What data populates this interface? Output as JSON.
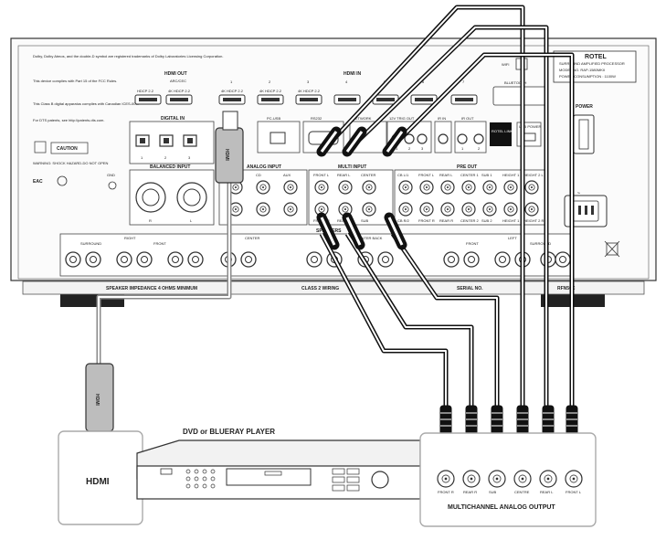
{
  "receiver": {
    "brand": "ROTEL",
    "model_title": "SURROUND AMPLIFIED PROCESSOR",
    "model_no": "MODEL NO. RAP-1580MKII",
    "power_consumption": "POWER CONSUMPTION : 1100W",
    "power_label": "POWER",
    "legal_dolby": "Dolby, Dolby Atmos, and the double-D symbol are registered trademarks of Dolby Laboratories Licensing Corporation.",
    "legal_fcc": "This device complies with Part 15 of the FCC Rules.",
    "legal_class_b": "This Class B digital apparatus complies with Canadian ICES-003.",
    "legal_dts": "For DTS patents, see http://patents.dts.com.",
    "caution_title": "CAUTION",
    "caution_text": "WARNING: SHOCK HAZARD-DO NOT OPEN",
    "hdmi_out_label": "HDMI OUT",
    "hdmi_in_label": "HDMI IN",
    "arc_label": "ARC/CEC",
    "hdmi_out_ports": [
      "HDCP 2.2",
      "4K HDCP 2.2"
    ],
    "hdmi_in_ports": [
      "4K HDCP 2.2",
      "4K HDCP 2.2",
      "4K HDCP 2.2",
      "4",
      "5",
      "6",
      "7"
    ],
    "hdmi_in_numbers": [
      "1",
      "2",
      "3",
      "4",
      "5",
      "6",
      "7"
    ],
    "bluetooth_label": "BLUETOOTH",
    "wifi_label": "WIFI",
    "digital_in_label": "DIGITAL IN",
    "digital_in_numbers": [
      "1",
      "2",
      "3"
    ],
    "pc_usb_label": "PC-USB",
    "rs232_label": "RS232",
    "network_label": "NETWORK",
    "trigger_label": "12V TRIG OUT",
    "trigger_numbers": [
      "1",
      "2",
      "3"
    ],
    "irin_label": "IR IN",
    "irout_label": "IR OUT",
    "ir_numbers": [
      "1",
      "2"
    ],
    "rotel_link_label": "ROTEL LINK",
    "usb_power_label": "USB POWER",
    "balanced_input_label": "BALANCED INPUT",
    "balanced_r": "R",
    "balanced_l": "L",
    "gnd_label": "GND",
    "analog_input_label": "ANALOG INPUT",
    "analog_inputs": [
      "TUNER",
      "CD",
      "AUX"
    ],
    "mch_input_label": "MULTI INPUT",
    "mch_top": [
      "FRONT L",
      "REAR L",
      "CENTER"
    ],
    "mch_bottom": [
      "FRONT R",
      "REAR R",
      "SUB"
    ],
    "preout_label": "PRE OUT",
    "preout_top": [
      "CB L/1",
      "FRONT L",
      "REAR L",
      "CENTER 1",
      "SUB 1",
      "HEIGHT 1 L",
      "HEIGHT 2 L"
    ],
    "preout_bottom": [
      "CB R/2",
      "FRONT R",
      "REAR R",
      "CENTER 2",
      "SUB 2",
      "HEIGHT 1 R",
      "HEIGHT 2 R"
    ],
    "speakers_label": "SPEAKERS",
    "speaker_groups": [
      "RIGHT",
      "CENTER",
      "CENTER BACK",
      "LEFT"
    ],
    "speaker_sub_labels": [
      "SURROUND",
      "FRONT",
      "FRONT",
      "SURROUND"
    ],
    "speaker_impedance": "SPEAKER IMPEDANCE 4 OHMS MINIMUM",
    "class2_wiring": "CLASS 2 WIRING",
    "serial_no": "SERIAL NO.",
    "rating_label": "RFN50C",
    "hdmi_plug_text": "HDMI"
  },
  "source": {
    "player_title": "DVD or BLUERAY PLAYER",
    "hdmi_logo": "HDMI",
    "output_title": "MULTICHANNEL ANALOG OUTPUT",
    "output_labels": [
      "FRONT R",
      "REAR R",
      "SUB",
      "CENTRE",
      "REAR L",
      "FRONT L"
    ]
  },
  "colors": {
    "analog_cable": "#111111",
    "hdmi_cable": "#8a8a8a",
    "panel_stroke": "#333333"
  }
}
